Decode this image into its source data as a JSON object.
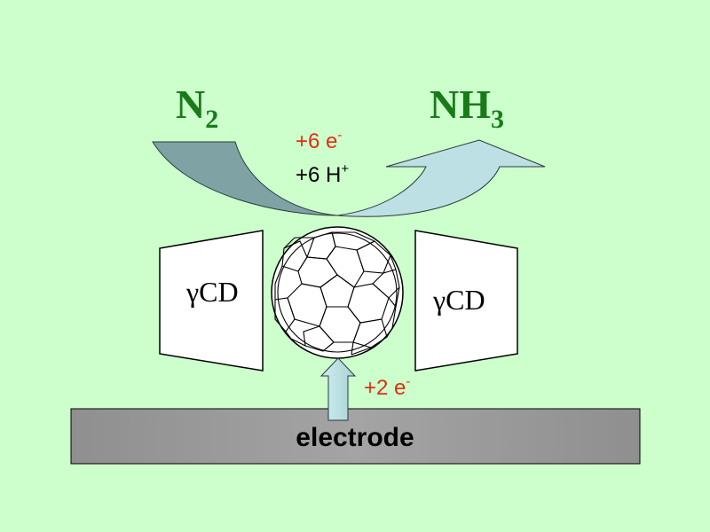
{
  "colors": {
    "background": "#ccffcc",
    "green_text": "#1a7a1a",
    "red_text": "#e03010",
    "black_text": "#000000",
    "electrode_fill": "#999999",
    "cd_fill": "#ffffff",
    "arrow_left": "#7fa3a5",
    "arrow_right": "#bde0e4",
    "up_arrow": "#bde0e4"
  },
  "reactant": {
    "base": "N",
    "sub": "2"
  },
  "product": {
    "base": "NH",
    "sub": "3"
  },
  "electrons_top": {
    "text": "+6 e",
    "sup": "-"
  },
  "protons": {
    "text": "+6 H",
    "sup": "+"
  },
  "electrons_bottom": {
    "text": "+2 e",
    "sup": "-"
  },
  "left_host": {
    "greek": "γ",
    "label": "CD"
  },
  "right_host": {
    "greek": "γ",
    "label": "CD"
  },
  "electrode_label": "electrode",
  "fullerene": {
    "icon": "buckyball-icon"
  }
}
